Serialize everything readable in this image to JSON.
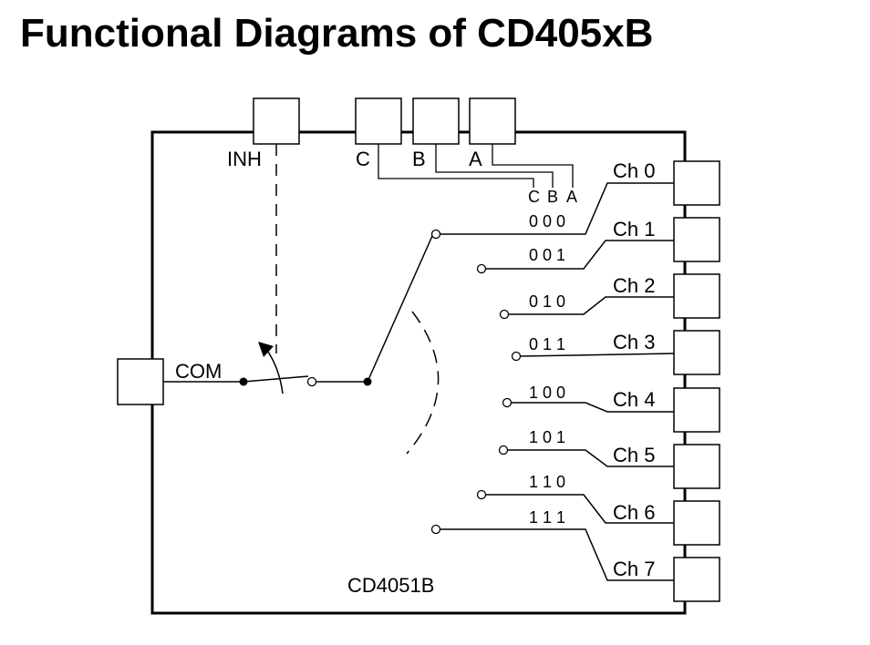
{
  "title": "Functional Diagrams of CD405xB",
  "chip_name": "CD4051B",
  "pins": {
    "inh": "INH",
    "c": "C",
    "b": "B",
    "a": "A",
    "com": "COM"
  },
  "select_header": [
    "C",
    "B",
    "A"
  ],
  "channels": [
    {
      "label": "Ch 0",
      "code": "0 0 0"
    },
    {
      "label": "Ch 1",
      "code": "0 0 1"
    },
    {
      "label": "Ch 2",
      "code": "0 1 0"
    },
    {
      "label": "Ch 3",
      "code": "0 1 1"
    },
    {
      "label": "Ch 4",
      "code": "1 0 0"
    },
    {
      "label": "Ch 5",
      "code": "1 0 1"
    },
    {
      "label": "Ch 6",
      "code": "1 1 0"
    },
    {
      "label": "Ch 7",
      "code": "1 1 1"
    }
  ]
}
